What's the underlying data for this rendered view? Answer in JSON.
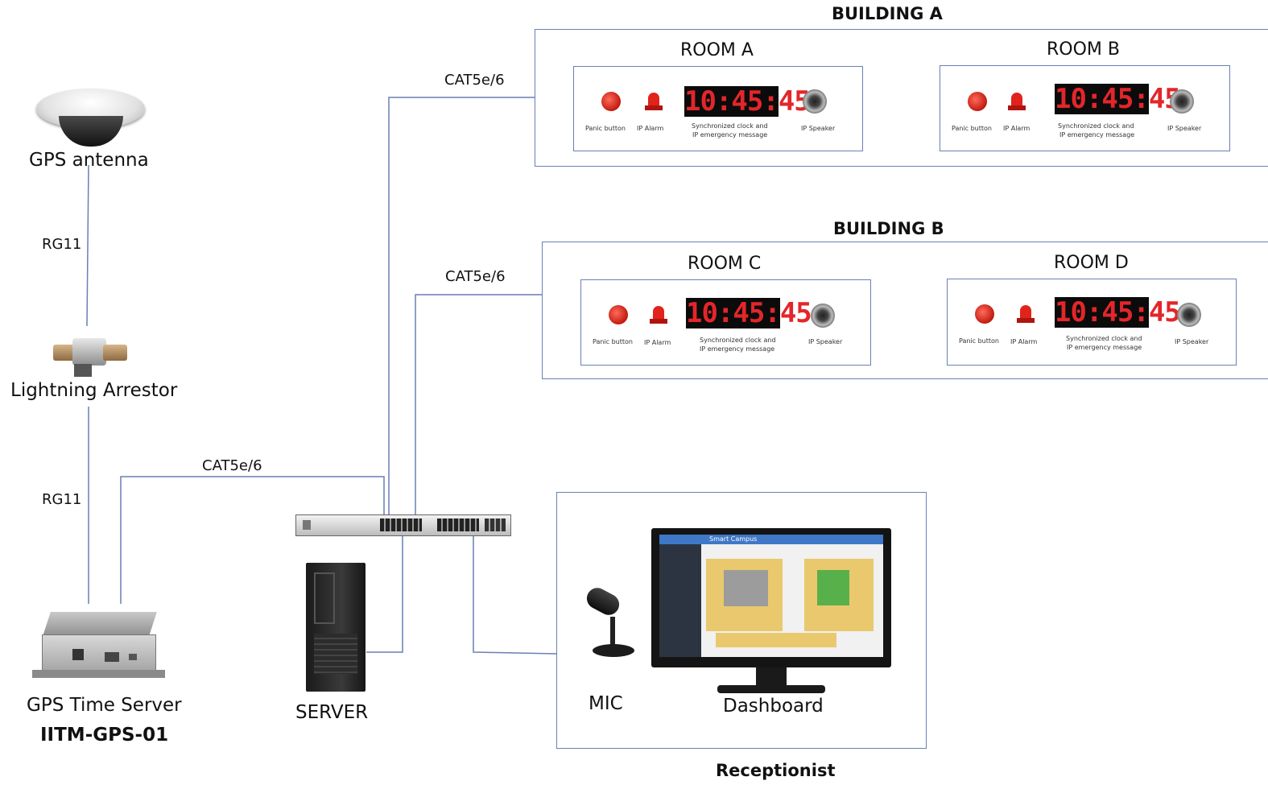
{
  "gps_antenna": {
    "label": "GPS antenna"
  },
  "cable_top": {
    "label": "RG11"
  },
  "lightning_arrestor": {
    "label": "Lightning Arrestor"
  },
  "cable_bottom": {
    "label": "RG11"
  },
  "gps_time_server": {
    "label": "GPS Time Server",
    "model": "IITM-GPS-01"
  },
  "server": {
    "label": "SERVER"
  },
  "link_gps_switch": {
    "label": "CAT5e/6"
  },
  "link_building_a": {
    "label": "CAT5e/6"
  },
  "link_building_b": {
    "label": "CAT5e/6"
  },
  "buildings": [
    {
      "title": "BUILDING A",
      "rooms": [
        {
          "title": "ROOM A"
        },
        {
          "title": "ROOM B"
        }
      ]
    },
    {
      "title": "BUILDING B",
      "rooms": [
        {
          "title": "ROOM C"
        },
        {
          "title": "ROOM D"
        }
      ]
    }
  ],
  "room_devices": {
    "panic_button": "Panic button",
    "ip_alarm": "IP Alarm",
    "clock_display": "10:45:45",
    "clock_caption_1": "Synchronized clock and",
    "clock_caption_2": "IP emergency message",
    "ip_speaker": "IP Speaker"
  },
  "receptionist": {
    "title": "Receptionist",
    "mic_label": "MIC",
    "dashboard_label": "Dashboard",
    "screen_title": "Smart Campus"
  },
  "colors": {
    "line": "#6a7fb5",
    "clock_digits": "#e3262a"
  }
}
